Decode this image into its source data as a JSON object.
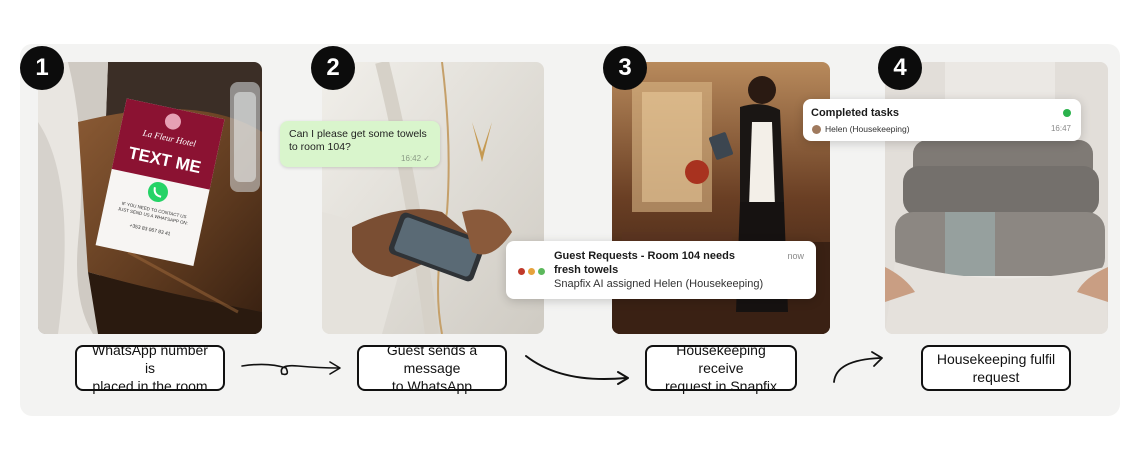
{
  "steps": [
    {
      "number": "1",
      "caption_line1": "WhatsApp number is",
      "caption_line2": "placed in the room"
    },
    {
      "number": "2",
      "caption_line1": "Guest sends a message",
      "caption_line2": "to WhatsApp"
    },
    {
      "number": "3",
      "caption_line1": "Housekeeping receive",
      "caption_line2": "request in Snapfix"
    },
    {
      "number": "4",
      "caption_line1": "Housekeeping fulfil",
      "caption_line2": "request"
    }
  ],
  "sign": {
    "hotel_name": "La Fleur Hotel",
    "headline": "TEXT ME",
    "line1": "IF YOU NEED TO CONTACT US",
    "line2": "JUST SEND US A WHATSAPP ON:",
    "phone": "+353 83 067 83 41"
  },
  "chat": {
    "message_line1": "Can I please get some towels",
    "message_line2": "to room 104?",
    "time": "16:42 ✓"
  },
  "notification": {
    "title_line1": "Guest Requests - Room 104 needs",
    "title_line2": "fresh towels",
    "body": "Snapfix AI assigned Helen (Housekeeping)",
    "time": "now"
  },
  "completed": {
    "title": "Completed tasks",
    "assignee": "Helen (Housekeeping)",
    "time": "16:47"
  },
  "colors": {
    "badge": "#0c0c0c",
    "sign_red": "#8b1232",
    "whatsapp_green": "#25d366",
    "chat_bubble": "#d9f5cc",
    "status_green": "#2bb24c",
    "dot_red": "#c0392b",
    "dot_orange": "#e6a23c",
    "dot_green": "#5cb85c"
  }
}
